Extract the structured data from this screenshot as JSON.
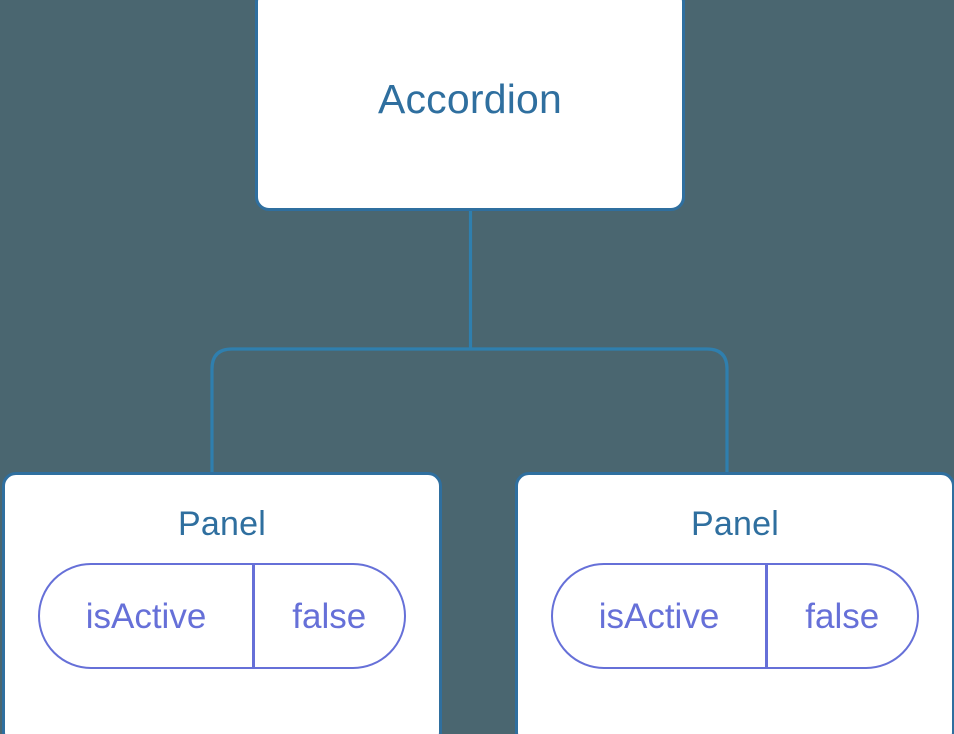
{
  "diagram": {
    "type": "component-tree",
    "background_color": "#4a6670",
    "node_border_color": "#2f6f9f",
    "node_fill_color": "#ffffff",
    "node_title_color": "#2f6f9f",
    "pill_color": "#6670d8",
    "connector_color": "#2f7fae",
    "root": {
      "title": "Accordion"
    },
    "children": [
      {
        "title": "Panel",
        "state": {
          "key": "isActive",
          "value": "false"
        }
      },
      {
        "title": "Panel",
        "state": {
          "key": "isActive",
          "value": "false"
        }
      }
    ]
  }
}
